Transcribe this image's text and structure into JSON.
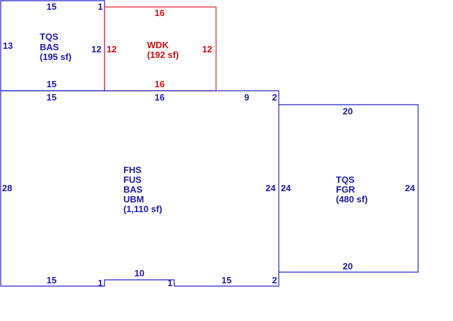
{
  "colors": {
    "blue": "#2222cc",
    "red": "#cc1111"
  },
  "areas": {
    "tqs_bas": {
      "line1": "TQS",
      "line2": "BAS",
      "area": "(195 sf)"
    },
    "wdk": {
      "line1": "WDK",
      "area": "(192 sf)"
    },
    "main": {
      "line1": "FHS",
      "line2": "FUS",
      "line3": "BAS",
      "line4": "UBM",
      "area": "(1,110 sf)"
    },
    "garage": {
      "line1": "TQS",
      "line2": "FGR",
      "area": "(480 sf)"
    }
  },
  "dims": {
    "tqs_top": "15",
    "tqs_corner": "1",
    "tqs_left": "13",
    "tqs_right": "12",
    "tqs_bottom": "15",
    "wdk_top": "16",
    "wdk_left": "12",
    "wdk_right": "12",
    "wdk_bottom": "16",
    "main_top_left": "15",
    "main_top_mid": "16",
    "main_top_right": "9",
    "main_top_corner": "2",
    "main_left": "28",
    "main_right": "24",
    "main_bottom_left": "15",
    "main_notch_left": "1",
    "main_notch_top": "10",
    "main_notch_right": "1",
    "main_bottom_right": "15",
    "main_bottom_corner": "2",
    "garage_top": "20",
    "garage_left": "24",
    "garage_right": "24",
    "garage_bottom": "20"
  }
}
